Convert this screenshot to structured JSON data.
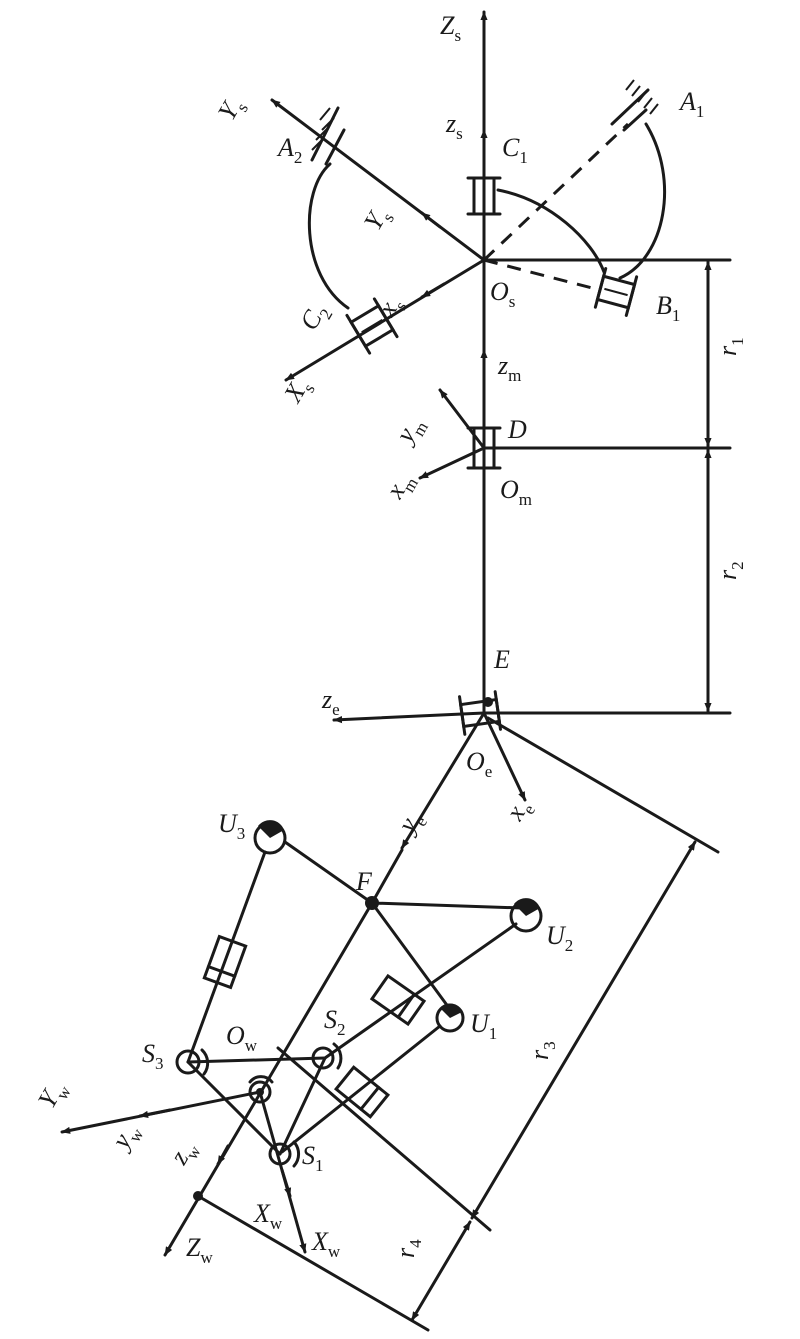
{
  "labels": {
    "Zs": {
      "m": "Z",
      "s": "s"
    },
    "zs": {
      "m": "z",
      "s": "s"
    },
    "Ys": {
      "m": "Y",
      "s": "s"
    },
    "ys": {
      "m": "Y",
      "s": "s"
    },
    "Xs": {
      "m": "X",
      "s": "s"
    },
    "xs": {
      "m": "x",
      "s": "s"
    },
    "Os": {
      "m": "O",
      "s": "s"
    },
    "A1": {
      "m": "A",
      "s": "1"
    },
    "A2": {
      "m": "A",
      "s": "2"
    },
    "B1": {
      "m": "B",
      "s": "1"
    },
    "C1": {
      "m": "C",
      "s": "1"
    },
    "C2": {
      "m": "C",
      "s": "2"
    },
    "zm": {
      "m": "z",
      "s": "m"
    },
    "ym": {
      "m": "y",
      "s": "m"
    },
    "xm": {
      "m": "x",
      "s": "m"
    },
    "D": {
      "m": "D",
      "s": ""
    },
    "Om": {
      "m": "O",
      "s": "m"
    },
    "r1": {
      "m": "r",
      "s": "1"
    },
    "r2": {
      "m": "r",
      "s": "2"
    },
    "r3": {
      "m": "r",
      "s": "3"
    },
    "r4": {
      "m": "r",
      "s": "4"
    },
    "E": {
      "m": "E",
      "s": ""
    },
    "ze": {
      "m": "z",
      "s": "e"
    },
    "Oe": {
      "m": "O",
      "s": "e"
    },
    "xe": {
      "m": "x",
      "s": "e"
    },
    "ye": {
      "m": "y",
      "s": "e"
    },
    "F": {
      "m": "F",
      "s": ""
    },
    "U1": {
      "m": "U",
      "s": "1"
    },
    "U2": {
      "m": "U",
      "s": "2"
    },
    "U3": {
      "m": "U",
      "s": "3"
    },
    "S1": {
      "m": "S",
      "s": "1"
    },
    "S2": {
      "m": "S",
      "s": "2"
    },
    "S3": {
      "m": "S",
      "s": "3"
    },
    "Ow": {
      "m": "O",
      "s": "w"
    },
    "Yw": {
      "m": "Y",
      "s": "w"
    },
    "yw": {
      "m": "y",
      "s": "w"
    },
    "zw": {
      "m": "z",
      "s": "w"
    },
    "Zw": {
      "m": "Z",
      "s": "w"
    },
    "Xw": {
      "m": "X",
      "s": "w"
    },
    "xw": {
      "m": "X",
      "s": "w"
    }
  },
  "colors": {
    "ink": "#1a1a1a",
    "background": "#ffffff"
  }
}
